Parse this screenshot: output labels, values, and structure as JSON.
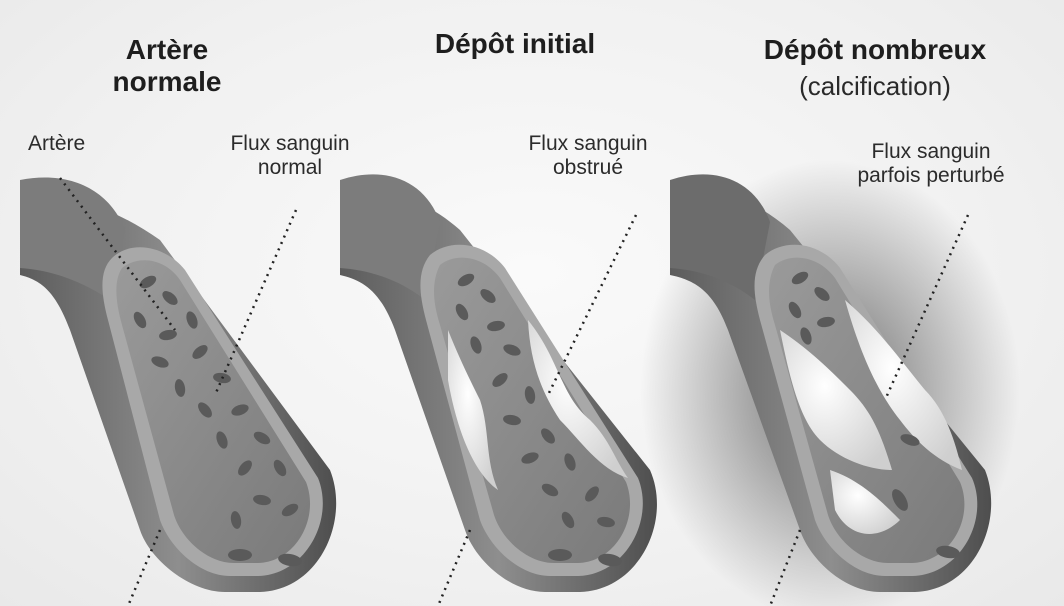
{
  "panels": [
    {
      "title_line1": "Artère",
      "title_line2": "normale",
      "label_artery": "Artère",
      "flow_line1": "Flux sanguin",
      "flow_line2": "normal"
    },
    {
      "title": "Dépôt initial",
      "flow_line1": "Flux sanguin",
      "flow_line2": "obstrué"
    },
    {
      "title": "Dépôt nombreux",
      "subtitle": "(calcification)",
      "flow_line1": "Flux sanguin",
      "flow_line2": "parfois perturbé"
    }
  ],
  "colors": {
    "vessel_outer": "#6f6f6f",
    "vessel_wall": "#9a9a9a",
    "lumen": "#8a8a8a",
    "cell": "#5e5e5e",
    "plaque": "#e6e6e6"
  }
}
